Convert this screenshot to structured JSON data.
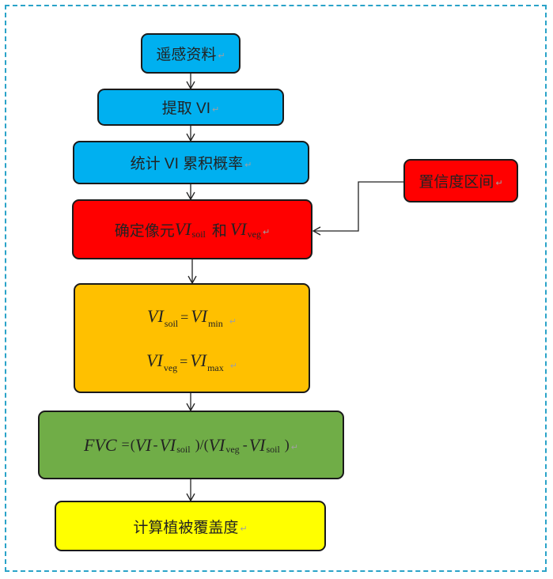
{
  "nodes": {
    "remote_sensing": {
      "label": "遥感资料"
    },
    "extract_vi": {
      "label": "提取 VI"
    },
    "stats": {
      "label": "统计 VI 累积概率"
    },
    "confidence": {
      "label": "置信度区间"
    },
    "determine": {
      "label": "确定像元",
      "var": "VI",
      "soil": "soil",
      "conj": "和",
      "veg": "veg"
    },
    "assign": {
      "line1": {
        "lhs": "VI",
        "lhs_sub": "soil",
        "eq": "=",
        "rhs": "VI",
        "rhs_sub": "min"
      },
      "line2": {
        "lhs": "VI",
        "lhs_sub": "veg",
        "eq": "=",
        "rhs": "VI",
        "rhs_sub": "max"
      }
    },
    "fvc_formula": {
      "fvc": "FVC",
      "eq": "=",
      "open1": "(",
      "vi": "VI",
      "minus1": "-",
      "vi2": "VI",
      "sub_soil": "soil",
      "close1": ")",
      "slash": "/",
      "open2": "(",
      "vi3": "VI",
      "sub_veg": "veg",
      "minus2": "-",
      "vi4": "VI",
      "sub_soil2": "soil",
      "close2": ")"
    },
    "compute": {
      "label": "计算植被覆盖度"
    }
  },
  "paragraph_mark": "↵",
  "colors": {
    "cyan": "#00b0f0",
    "red": "#ff0000",
    "orange": "#ffc000",
    "green": "#70ad47",
    "yellow": "#ffff00",
    "frame": "#2aa3c8"
  }
}
